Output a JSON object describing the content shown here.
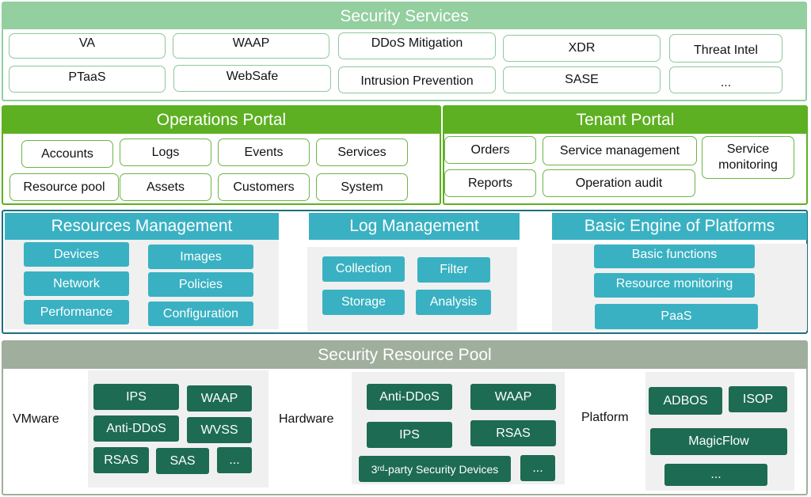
{
  "security_services": {
    "title": "Security Services",
    "items": [
      "VA",
      "WAAP",
      "DDoS Mitigation",
      "XDR",
      "Threat Intel",
      "PTaaS",
      "WebSafe",
      "Intrusion Prevention",
      "SASE",
      "..."
    ]
  },
  "operations_portal": {
    "title": "Operations Portal",
    "items": [
      "Accounts",
      "Logs",
      "Events",
      "Services",
      "Resource pool",
      "Assets",
      "Customers",
      "System"
    ]
  },
  "tenant_portal": {
    "title": "Tenant Portal",
    "items": [
      "Orders",
      "Service management",
      "Service monitoring",
      "Reports",
      "Operation audit"
    ]
  },
  "resources_management": {
    "title": "Resources Management",
    "items": [
      "Devices",
      "Images",
      "Network",
      "Policies",
      "Performance",
      "Configuration"
    ]
  },
  "log_management": {
    "title": "Log Management",
    "items": [
      "Collection",
      "Filter",
      "Storage",
      "Analysis"
    ]
  },
  "basic_engine": {
    "title": "Basic Engine of Platforms",
    "items": [
      "Basic functions",
      "Resource monitoring",
      "PaaS"
    ]
  },
  "resource_pool": {
    "title": "Security Resource Pool",
    "vmware": {
      "label": "VMware",
      "items": [
        "IPS",
        "WAAP",
        "Anti-DDoS",
        "WVSS",
        "RSAS",
        "SAS",
        "..."
      ]
    },
    "hardware": {
      "label": "Hardware",
      "items": [
        "Anti-DDoS",
        "WAAP",
        "IPS",
        "RSAS",
        "3",
        "rd",
        "-party Security Devices",
        "..."
      ]
    },
    "platform": {
      "label": "Platform",
      "items": [
        "ADBOS",
        "ISOP",
        "MagicFlow",
        "..."
      ]
    }
  },
  "colors": {
    "light_green": "#93cf9f",
    "green": "#5db021",
    "teal": "#39b1c2",
    "dark_green": "#1d6b52",
    "grey_green": "#a0ae9d"
  }
}
